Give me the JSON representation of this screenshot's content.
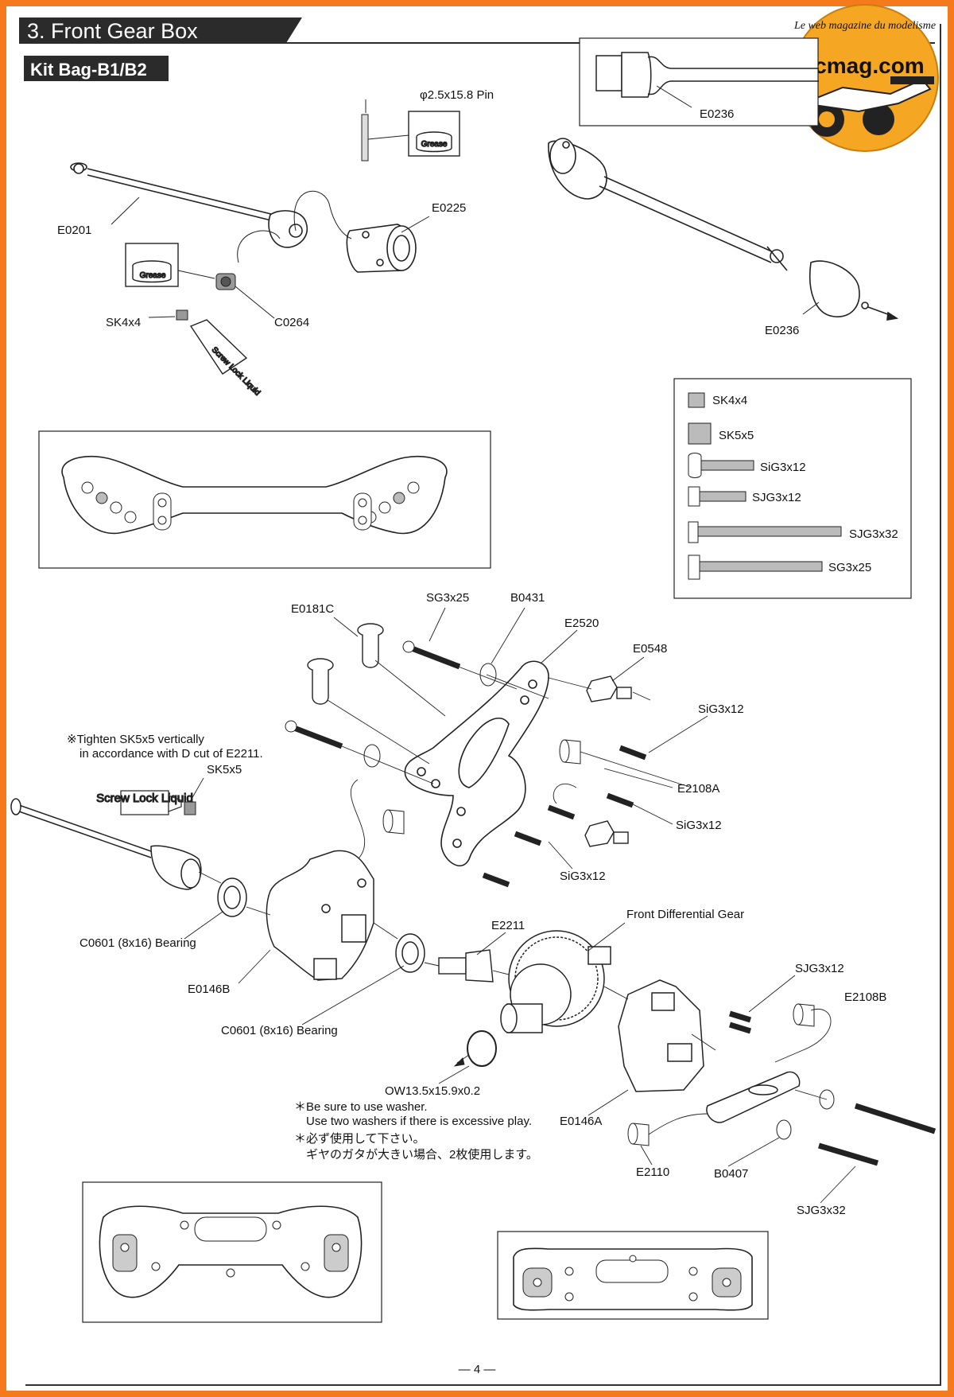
{
  "section": {
    "title": "3. Front Gear Box",
    "kit_bag": "Kit Bag-B1/B2"
  },
  "watermark": {
    "site": "rcmag.com",
    "tagline": "Le web magazine du modelisme"
  },
  "parts_top": {
    "pin": "φ2.5x15.8 Pin",
    "grease_a": "Grease",
    "grease_b": "Grease",
    "e0225": "E0225",
    "e0201": "E0201",
    "c0264": "C0264",
    "sk4x4": "SK4x4",
    "screw_lock_top": "Screw Lock Liquid",
    "e0236_top": "E0236",
    "e0236_bottom": "E0236"
  },
  "screw_legend": [
    "SK4x4",
    "SK5x5",
    "SiG3x12",
    "SJG3x12",
    "SJG3x32",
    "SG3x25"
  ],
  "parts_bottom": {
    "e0181c": "E0181C",
    "sg3x25": "SG3x25",
    "b0431": "B0431",
    "e2520": "E2520",
    "e0548": "E0548",
    "sig3x12_a": "SiG3x12",
    "sig3x12_b": "SiG3x12",
    "sig3x12_c": "SiG3x12",
    "e2108a": "E2108A",
    "note_tighten_1": "※Tighten SK5x5 vertically",
    "note_tighten_2": "in accordance with D cut of E2211.",
    "sk5x5": "SK5x5",
    "screw_lock_mid": "Screw Lock Liquid",
    "c0601_a": "C0601 (8x16) Bearing",
    "c0601_b": "C0601 (8x16) Bearing",
    "e0146b": "E0146B",
    "e2211": "E2211",
    "front_diff": "Front Differential Gear",
    "sjg3x12": "SJG3x12",
    "e2108b": "E2108B",
    "ow": "OW13.5x15.9x0.2",
    "washer_en_1": "＊Be sure to use washer.",
    "washer_en_2": "Use two washers if there is excessive play.",
    "washer_jp_1": "＊必ず使用して下さい。",
    "washer_jp_2": "ギヤのガタが大きい場合、2枚使用します。",
    "e0146a": "E0146A",
    "e2110": "E2110",
    "b0407": "B0407",
    "sjg3x32": "SJG3x32"
  },
  "page_number": "— 4 —"
}
